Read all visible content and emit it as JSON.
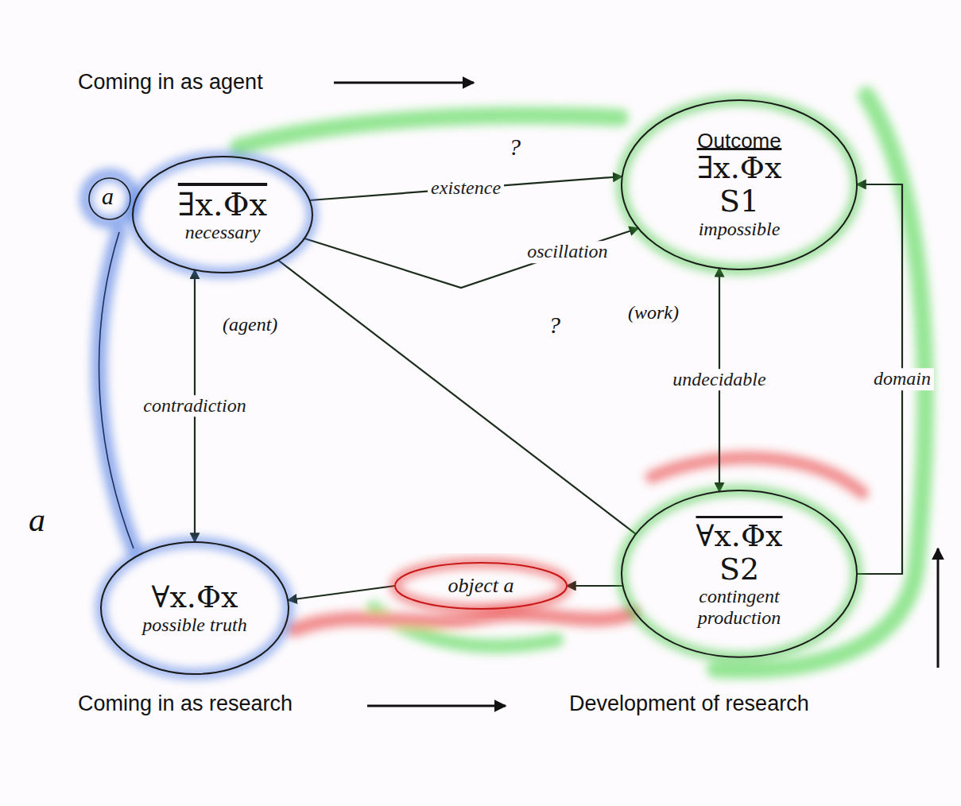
{
  "diagram": {
    "nodes": [
      {
        "text": [
          "∃x.Φx",
          "necessary"
        ]
      },
      {
        "text": [
          "Outcome",
          "∃x.Φx",
          "S1",
          "impossible"
        ]
      },
      {
        "text": [
          "∀x.Φx",
          "S2",
          "contingent",
          "production"
        ]
      },
      {
        "text": [
          "∀x.Φx",
          "possible truth"
        ]
      },
      {
        "text": [
          "object a"
        ]
      }
    ],
    "edges": [
      {
        "from": 0,
        "to": 1,
        "label": "existence",
        "arrow": "to"
      },
      {
        "from": 0,
        "to": 1,
        "label": "oscillation",
        "arrow": "to"
      },
      {
        "from": 0,
        "to": 2,
        "arrow": "none"
      },
      {
        "from": 0,
        "to": 3,
        "label": "contradiction",
        "arrow": "both"
      },
      {
        "from": 1,
        "to": 2,
        "label": "undecidable",
        "arrow": "both"
      },
      {
        "from": 2,
        "to": 1,
        "label": "domain",
        "arrow": "to"
      },
      {
        "from": 2,
        "to": 4,
        "arrow": "to"
      },
      {
        "from": 4,
        "to": 3,
        "arrow": "to"
      }
    ],
    "labels": [
      "Coming in as agent",
      "a",
      "?",
      "?",
      "(agent)",
      "(work)",
      "a",
      "Coming in as research",
      "Development of research"
    ]
  }
}
